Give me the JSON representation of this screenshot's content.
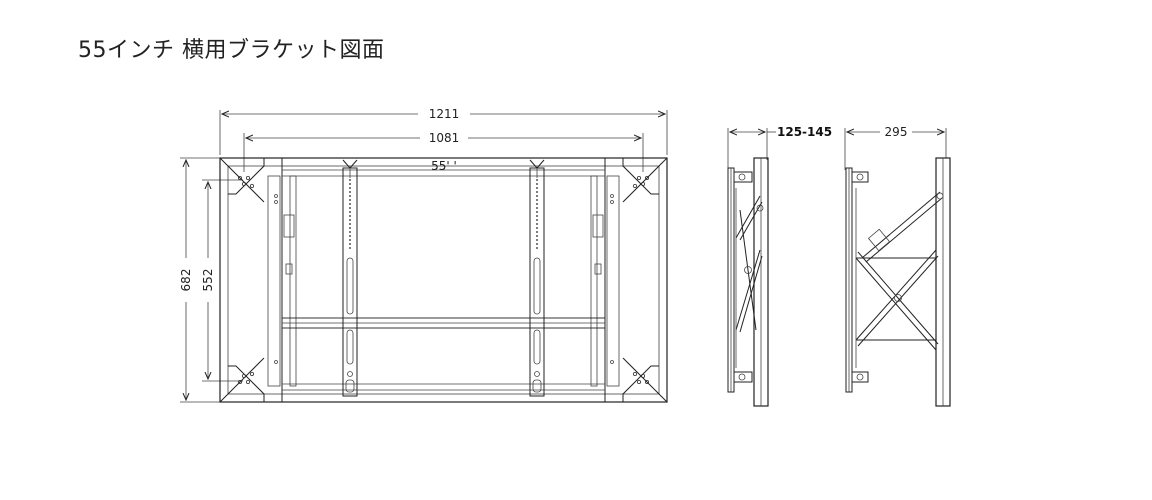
{
  "title": "55インチ 横用ブラケット図面",
  "front_view": {
    "width_outer": "1211",
    "width_inner": "1081",
    "height_outer": "682",
    "height_inner": "552",
    "size_label": "55' '"
  },
  "side_view_closed": {
    "depth": "125-145"
  },
  "side_view_open": {
    "depth": "295"
  }
}
